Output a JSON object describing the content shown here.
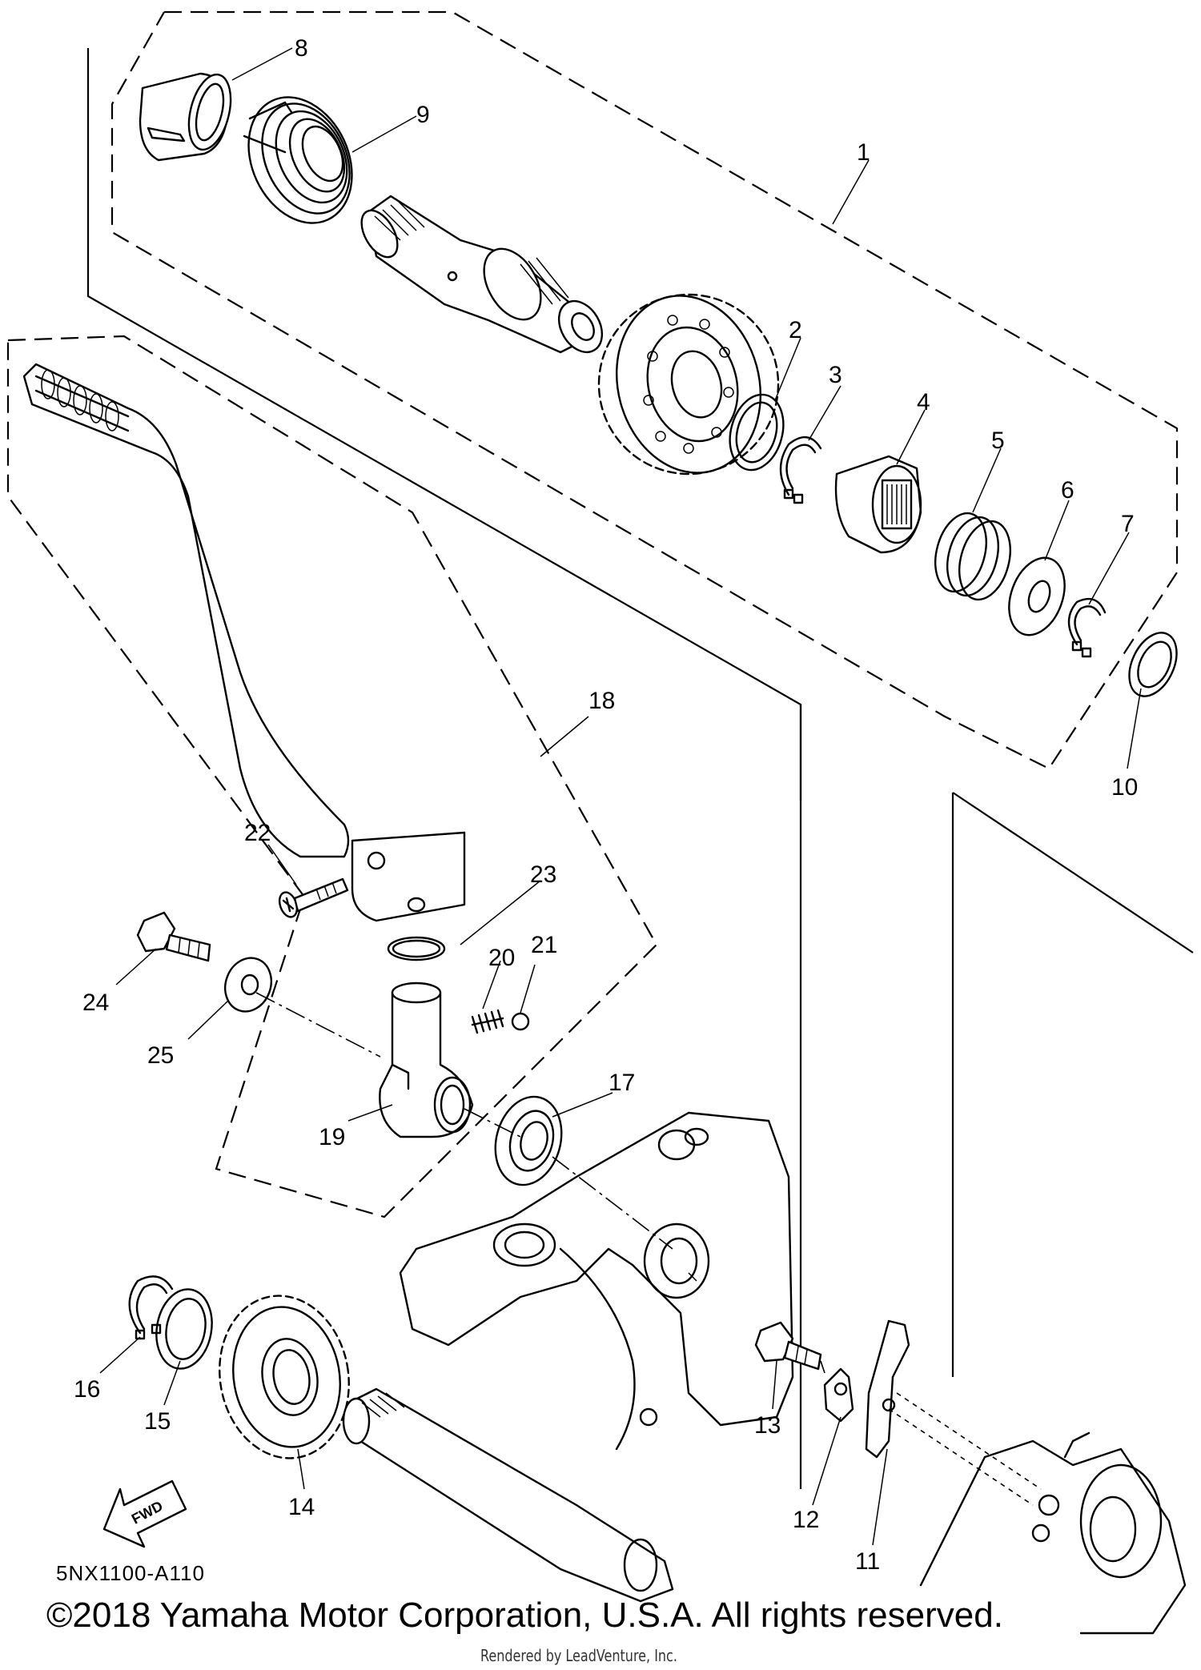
{
  "diagram": {
    "code": "5NX1100-A110",
    "copyright": "©2018 Yamaha Motor Corporation, U.S.A. All rights reserved.",
    "rendered_by": "Rendered by LeadVenture, Inc.",
    "direction_label": "FWD",
    "callouts": [
      "1",
      "2",
      "3",
      "4",
      "5",
      "6",
      "7",
      "8",
      "9",
      "10",
      "11",
      "12",
      "13",
      "14",
      "15",
      "16",
      "17",
      "18",
      "19",
      "20",
      "21",
      "22",
      "23",
      "24",
      "25"
    ]
  }
}
